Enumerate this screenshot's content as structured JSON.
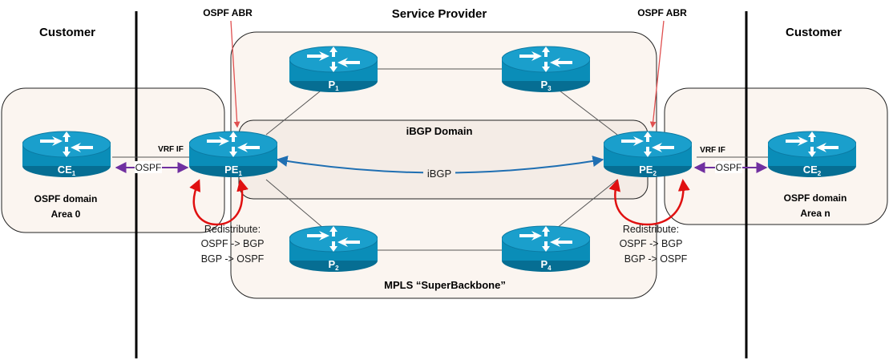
{
  "headers": {
    "customer_left": "Customer",
    "service_provider": "Service Provider",
    "customer_right": "Customer",
    "abr_left": "OSPF ABR",
    "abr_right": "OSPF ABR"
  },
  "domains": {
    "ibgp_domain": "iBGP Domain",
    "mpls": "MPLS “SuperBackbone”",
    "ospf_left_line1": "OSPF domain",
    "ospf_left_line2": "Area 0",
    "ospf_right_line1": "OSPF domain",
    "ospf_right_line2": "Area n"
  },
  "routers": {
    "ce1": {
      "name": "CE",
      "sub": "1"
    },
    "pe1": {
      "name": "PE",
      "sub": "1"
    },
    "p1": {
      "name": "P",
      "sub": "1"
    },
    "p2": {
      "name": "P",
      "sub": "2"
    },
    "p3": {
      "name": "P",
      "sub": "3"
    },
    "p4": {
      "name": "P",
      "sub": "4"
    },
    "pe2": {
      "name": "PE",
      "sub": "2"
    },
    "ce2": {
      "name": "CE",
      "sub": "2"
    }
  },
  "links": {
    "vrf_if_left": "VRF IF",
    "vrf_if_right": "VRF IF",
    "ospf_left": "OSPF",
    "ospf_right": "OSPF",
    "ibgp": "iBGP"
  },
  "redistribute_left": {
    "title": "Redistribute:",
    "line1": "OSPF -> BGP",
    "line2": "BGP -> OSPF"
  },
  "redistribute_right": {
    "title": "Redistribute:",
    "line1": "OSPF -> BGP",
    "line2": "BGP -> OSPF"
  },
  "colors": {
    "router_face": "#0a8db8",
    "router_top": "#1a9fcc",
    "router_side": "#066e93",
    "region_fill": "#fbf5f0",
    "ibgp_arrow": "#1f6fb2",
    "ospf_arrow": "#7030a0",
    "redistribute_arrow": "#e01010",
    "abr_pointer": "#e05050"
  }
}
